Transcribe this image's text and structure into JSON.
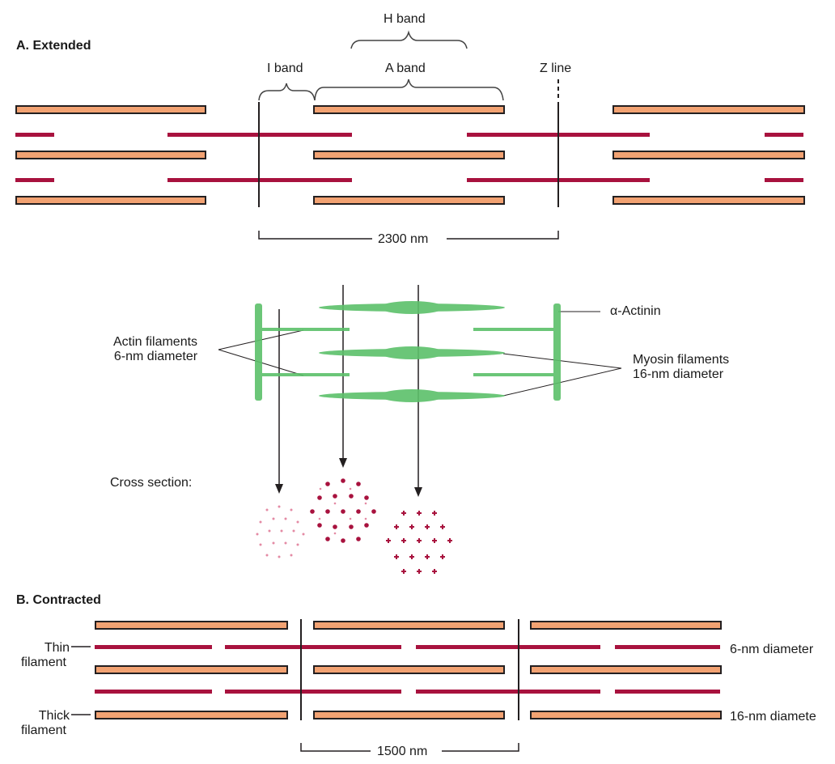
{
  "extended": {
    "title": "A.  Extended",
    "h_band": "H band",
    "i_band": "I band",
    "a_band": "A band",
    "z_line": "Z line",
    "length": "2300 nm"
  },
  "micrograph": {
    "alpha_actinin": "α-Actinin",
    "actin_line1": "Actin filaments",
    "actin_line2": "6-nm diameter",
    "myosin_line1": "Myosin filaments",
    "myosin_line2": "16-nm diameter",
    "cross_section": "Cross section:"
  },
  "contracted": {
    "title": "B.  Contracted",
    "thin_line1": "Thin",
    "thin_line2": "filament",
    "thick_line1": "Thick",
    "thick_line2": "filament",
    "thin_diameter": "6-nm diameter",
    "thick_diameter": "16-nm diamete",
    "length": "1500 nm"
  },
  "colors": {
    "thick_filament": "#f2a272",
    "thin_filament": "#a8123e",
    "micrograph_green": "#5cc06a",
    "outline": "#231f20"
  }
}
